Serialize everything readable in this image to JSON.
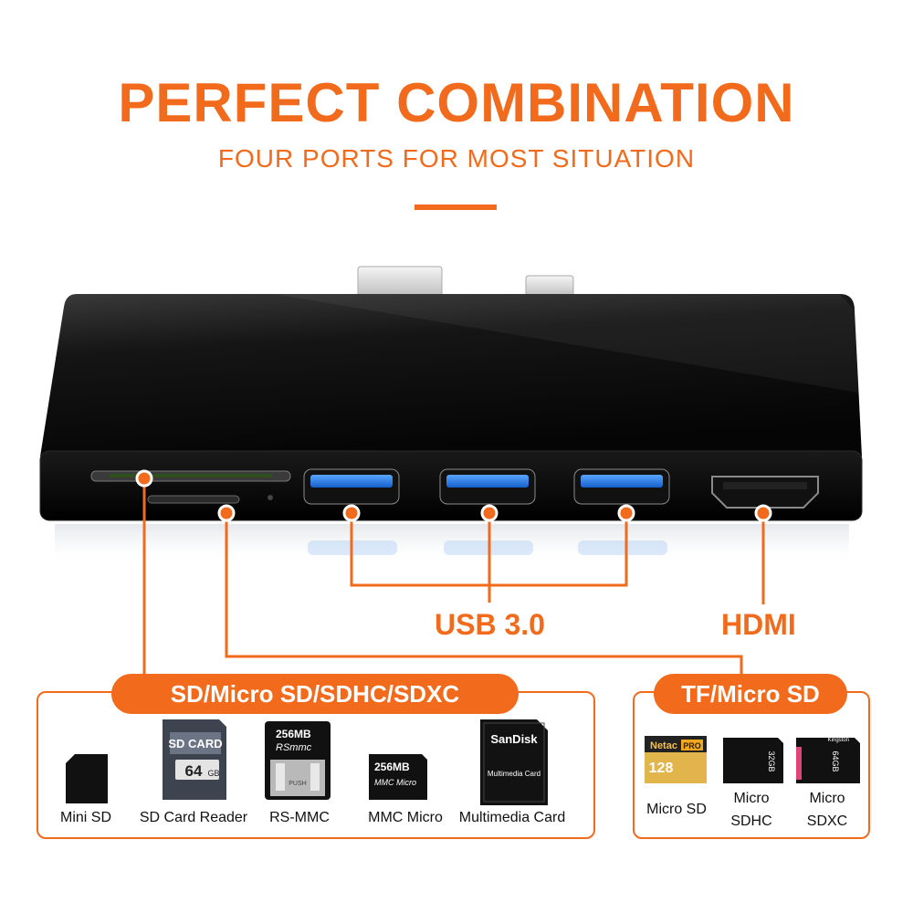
{
  "header": {
    "title": "PERFECT COMBINATION",
    "subtitle": "FOUR PORTS FOR MOST SITUATION"
  },
  "ports": {
    "usb_label": "USB 3.0",
    "hdmi_label": "HDMI",
    "sd_group_label": "SD/Micro SD/SDHC/SDXC",
    "tf_group_label": "TF/Micro SD"
  },
  "sd_cards": {
    "items": [
      {
        "caption": "Mini SD",
        "icon": "mini-sd-card-icon"
      },
      {
        "caption": "SD Card Reader",
        "icon": "sd-card-icon",
        "card_title": "SD CARD",
        "card_capacity": "64",
        "card_unit": "GB"
      },
      {
        "caption": "RS-MMC",
        "icon": "rs-mmc-card-icon",
        "card_capacity": "256MB",
        "card_brand": "RSmmc",
        "card_text": "PUSH"
      },
      {
        "caption": "MMC Micro",
        "icon": "mmc-micro-card-icon",
        "card_capacity": "256MB",
        "card_text": "MMC Micro"
      },
      {
        "caption": "Multimedia Card",
        "icon": "multimedia-card-icon",
        "card_brand": "SanDisk",
        "card_text": "Multimedia Card"
      }
    ]
  },
  "tf_cards": {
    "items": [
      {
        "caption": "Micro SD",
        "icon": "netac-micro-sd-icon",
        "card_brand": "Netac",
        "card_badge": "PRO",
        "card_capacity": "128"
      },
      {
        "caption_line1": "Micro",
        "caption_line2": "SDHC",
        "icon": "micro-sdhc-card-icon",
        "card_capacity": "32GB"
      },
      {
        "caption_line1": "Micro",
        "caption_line2": "SDXC",
        "icon": "micro-sdxc-card-icon",
        "card_brand": "Kingston",
        "card_capacity": "64GB"
      }
    ]
  },
  "colors": {
    "accent": "#f26a1b",
    "device_body": "#0b0b0b",
    "usb_port_blue": "#1e78e6"
  }
}
